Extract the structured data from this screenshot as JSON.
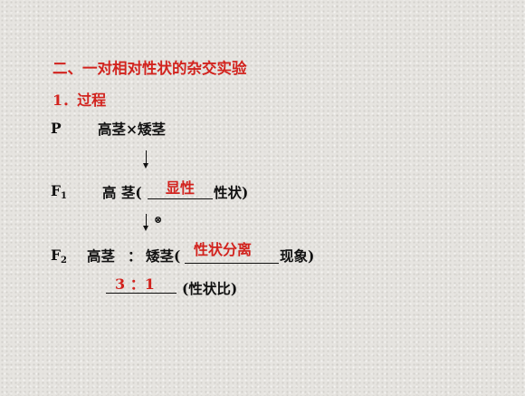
{
  "section_title": "二、一对相对性状的杂交实验",
  "subsection_title": "1．过程",
  "p_row": {
    "label": "P",
    "cross": "高茎×矮茎"
  },
  "f1_row": {
    "label": "F",
    "label_sub": "1",
    "plant": "高  茎(",
    "answer": "显性",
    "suffix": "性状)"
  },
  "self_symbol": "⊗",
  "f2_row": {
    "label": "F",
    "label_sub": "2",
    "tall": "高茎",
    "colon": "：",
    "dwarf": "矮茎(",
    "answer": "性状分离",
    "suffix": "现象)"
  },
  "ratio_row": {
    "answer": "3 ：1",
    "suffix": "(性状比)"
  }
}
